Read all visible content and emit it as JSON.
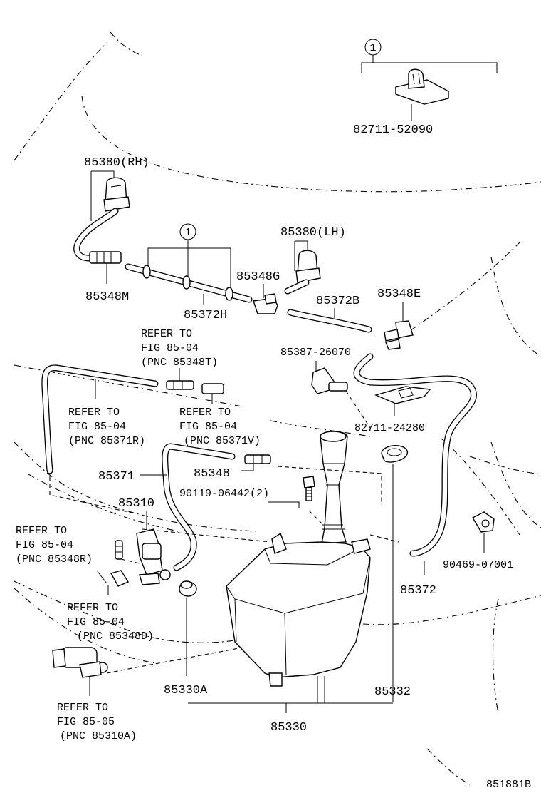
{
  "callout_number": "1",
  "parts": {
    "p82711_52090": "82711-52090",
    "p85380_rh": "85380(RH)",
    "p85380_lh": "85380(LH)",
    "p85348m": "85348M",
    "p85372h": "85372H",
    "p85348g": "85348G",
    "p85372b": "85372B",
    "p85348e": "85348E",
    "p85387": "85387-26070",
    "p82711_24280": "82711-24280",
    "p85371": "85371",
    "p85348": "85348",
    "p90119": "90119-06442(2)",
    "p85310": "85310",
    "p90469": "90469-07001",
    "p85372": "85372",
    "p85330a": "85330A",
    "p85332": "85332",
    "p85330": "85330"
  },
  "refer_notes": {
    "n1": [
      "REFER TO",
      "FIG 85-04",
      "(PNC 85348T)"
    ],
    "n2": [
      "REFER TO",
      "FIG 85-04",
      "(PNC 85371R)"
    ],
    "n3": [
      "REFER TO",
      "FIG 85-04",
      "(PNC 85371V)"
    ],
    "n4": [
      "REFER TO",
      "FIG 85-04",
      "(PNC 85348R)"
    ],
    "n5": [
      "REFER TO",
      "FIG 85-04",
      "(PNC 85348D)"
    ],
    "n6": [
      "REFER TO",
      "FIG 85-05",
      "(PNC 85310A)"
    ]
  },
  "figure_id": "851881B"
}
